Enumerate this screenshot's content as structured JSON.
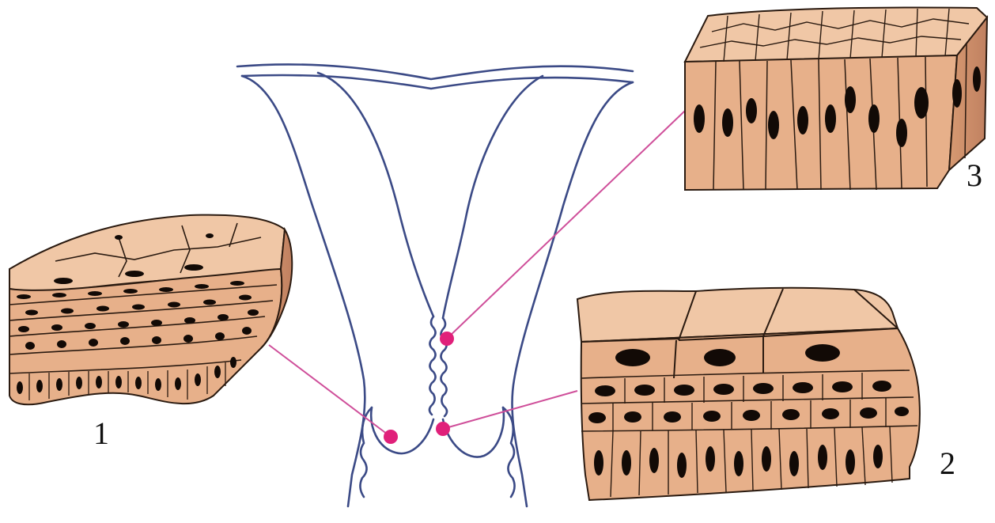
{
  "labels": {
    "tissue_1": "1",
    "tissue_2": "2",
    "tissue_3": "3"
  },
  "colors": {
    "cell_fill": "#e7b08a",
    "cell_fill_light": "#f0c7a6",
    "cell_fill_dark": "#c98c63",
    "outline": "#2a1a10",
    "nucleus": "#120a06",
    "organ_line": "#3b4a86",
    "pointer_line": "#cf4f9a",
    "marker": "#e0207a"
  }
}
